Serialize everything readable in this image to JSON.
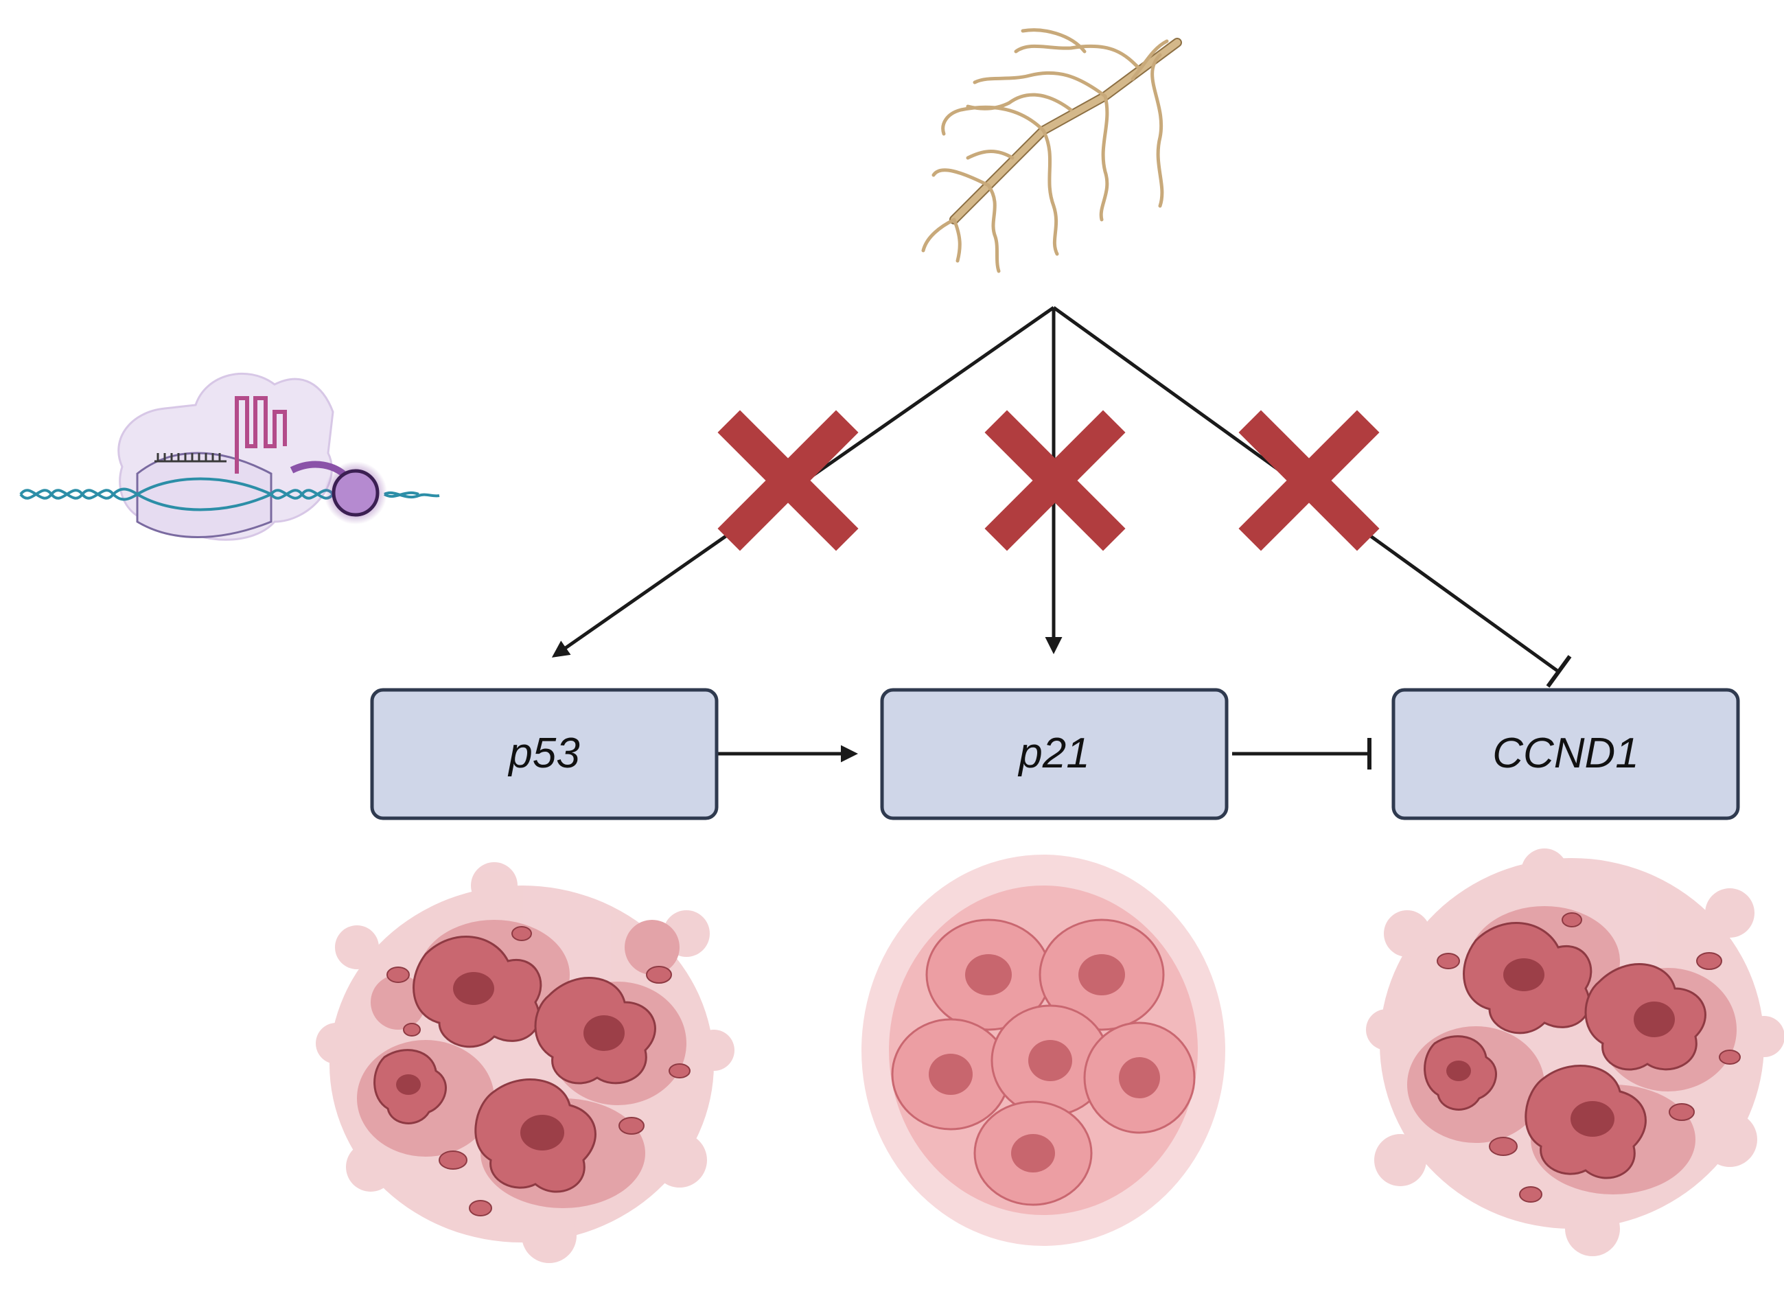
{
  "genes": {
    "p53": "p53",
    "p21": "p21",
    "ccnd1": "CCND1"
  },
  "icons": {
    "editor": "crispr-cas9-editing-icon",
    "root": "plant-root-icon",
    "blocked": "x-mark-icon",
    "tumor": "tumor-cell-cluster-icon"
  },
  "edges": [
    {
      "from": "root",
      "to": "p53",
      "type": "activation",
      "blocked": true
    },
    {
      "from": "root",
      "to": "p21",
      "type": "activation",
      "blocked": true
    },
    {
      "from": "root",
      "to": "CCND1",
      "type": "inhibition",
      "blocked": true
    },
    {
      "from": "p53",
      "to": "p21",
      "type": "activation",
      "blocked": false
    },
    {
      "from": "p21",
      "to": "CCND1",
      "type": "inhibition",
      "blocked": false
    }
  ],
  "colors": {
    "box_fill": "#cfd6e8",
    "box_stroke": "#2f3a4f",
    "line": "#1a1a1a",
    "cross": "#b13d3f",
    "root": "#c8a97a",
    "tumor_dark": "#a94a54",
    "tumor_mid": "#d8878e",
    "tumor_light": "#f0c9cc",
    "cas_purple": "#8a52a8"
  }
}
